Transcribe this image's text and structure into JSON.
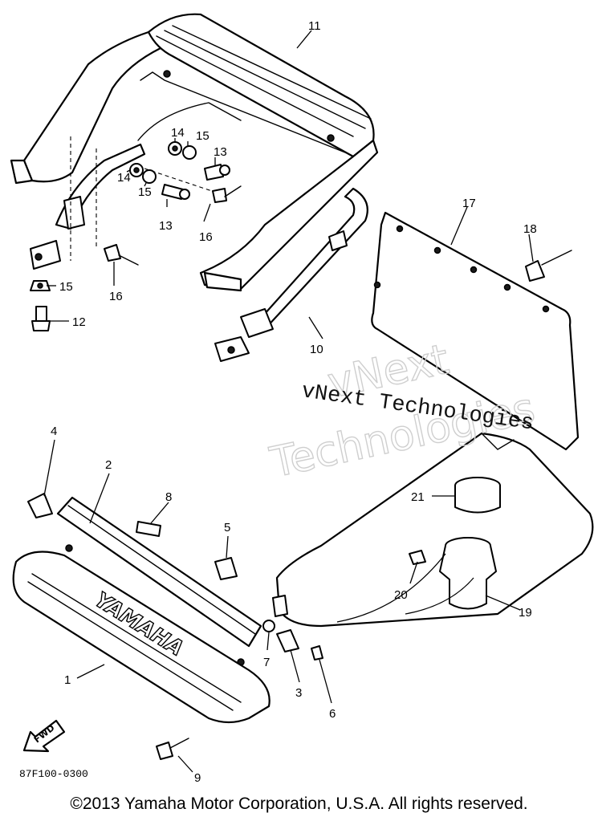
{
  "callouts": {
    "c1": "1",
    "c2": "2",
    "c3": "3",
    "c4": "4",
    "c5": "5",
    "c6": "6",
    "c7": "7",
    "c8": "8",
    "c9": "9",
    "c10": "10",
    "c11": "11",
    "c12": "12",
    "c13a": "13",
    "c13b": "13",
    "c14a": "14",
    "c14b": "14",
    "c15a": "15",
    "c15b": "15",
    "c15c": "15",
    "c16a": "16",
    "c16b": "16",
    "c17": "17",
    "c18": "18",
    "c19": "19",
    "c20": "20",
    "c21": "21"
  },
  "watermark": {
    "line1": "vNext",
    "line2": "Technologies",
    "caption": "vNext Technologies"
  },
  "decal": "YAMAHA",
  "fwd_label": "FWD",
  "diagram_code": "87F100-0300",
  "copyright": "©2013 Yamaha Motor Corporation, U.S.A. All rights reserved."
}
